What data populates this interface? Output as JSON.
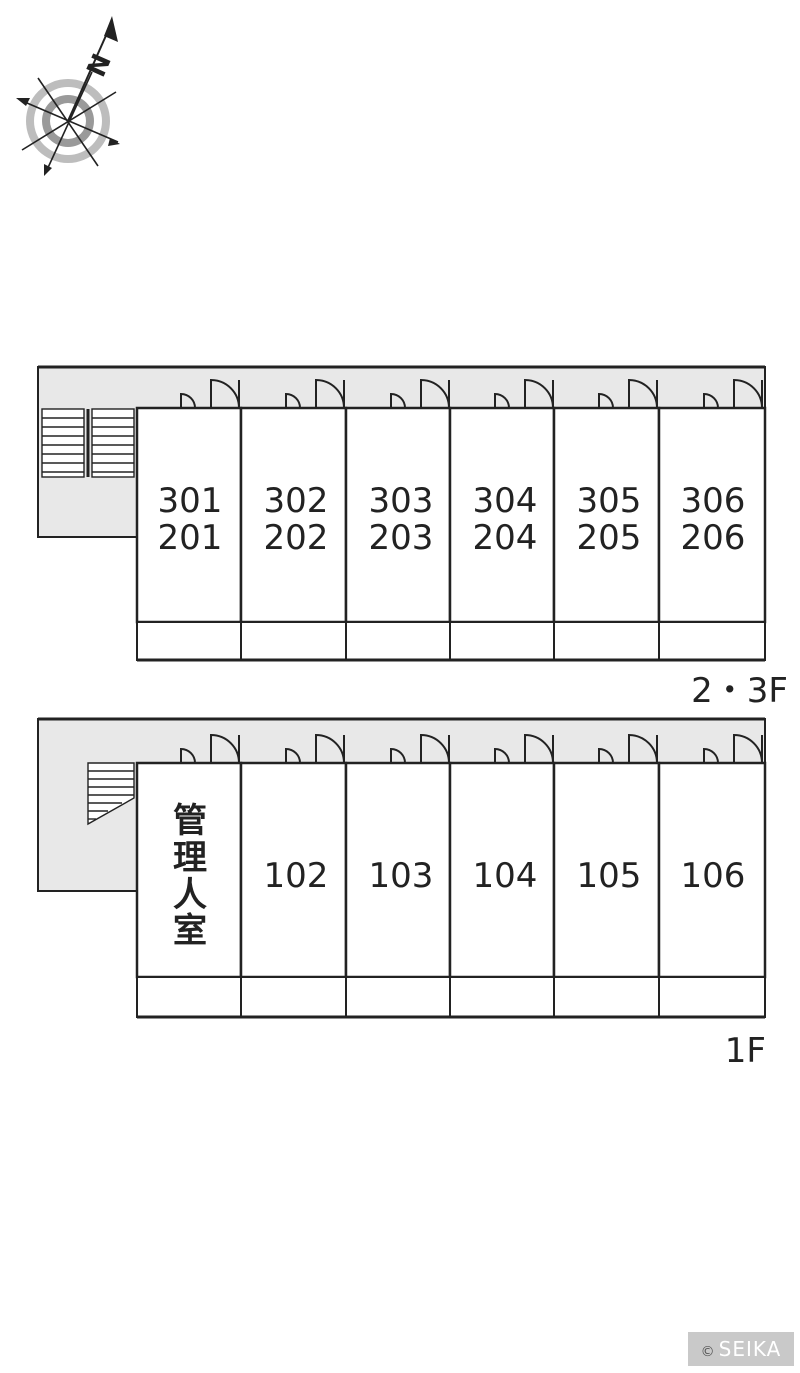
{
  "compass": {
    "label": "N",
    "icon": "compass-rose-icon"
  },
  "upper_floor": {
    "label": "2・3F",
    "units": [
      {
        "top": "301",
        "bottom": "201"
      },
      {
        "top": "302",
        "bottom": "202"
      },
      {
        "top": "303",
        "bottom": "203"
      },
      {
        "top": "304",
        "bottom": "204"
      },
      {
        "top": "305",
        "bottom": "205"
      },
      {
        "top": "306",
        "bottom": "206"
      }
    ]
  },
  "ground_floor": {
    "label": "1F",
    "manager_room": [
      "管",
      "理",
      "人",
      "室"
    ],
    "units": [
      "102",
      "103",
      "104",
      "105",
      "106"
    ]
  },
  "copyright": {
    "symbol": "©",
    "text": "SEIKA"
  },
  "colors": {
    "corridor": "#e8e8e8",
    "wall": "#222222",
    "paper": "#ffffff"
  }
}
